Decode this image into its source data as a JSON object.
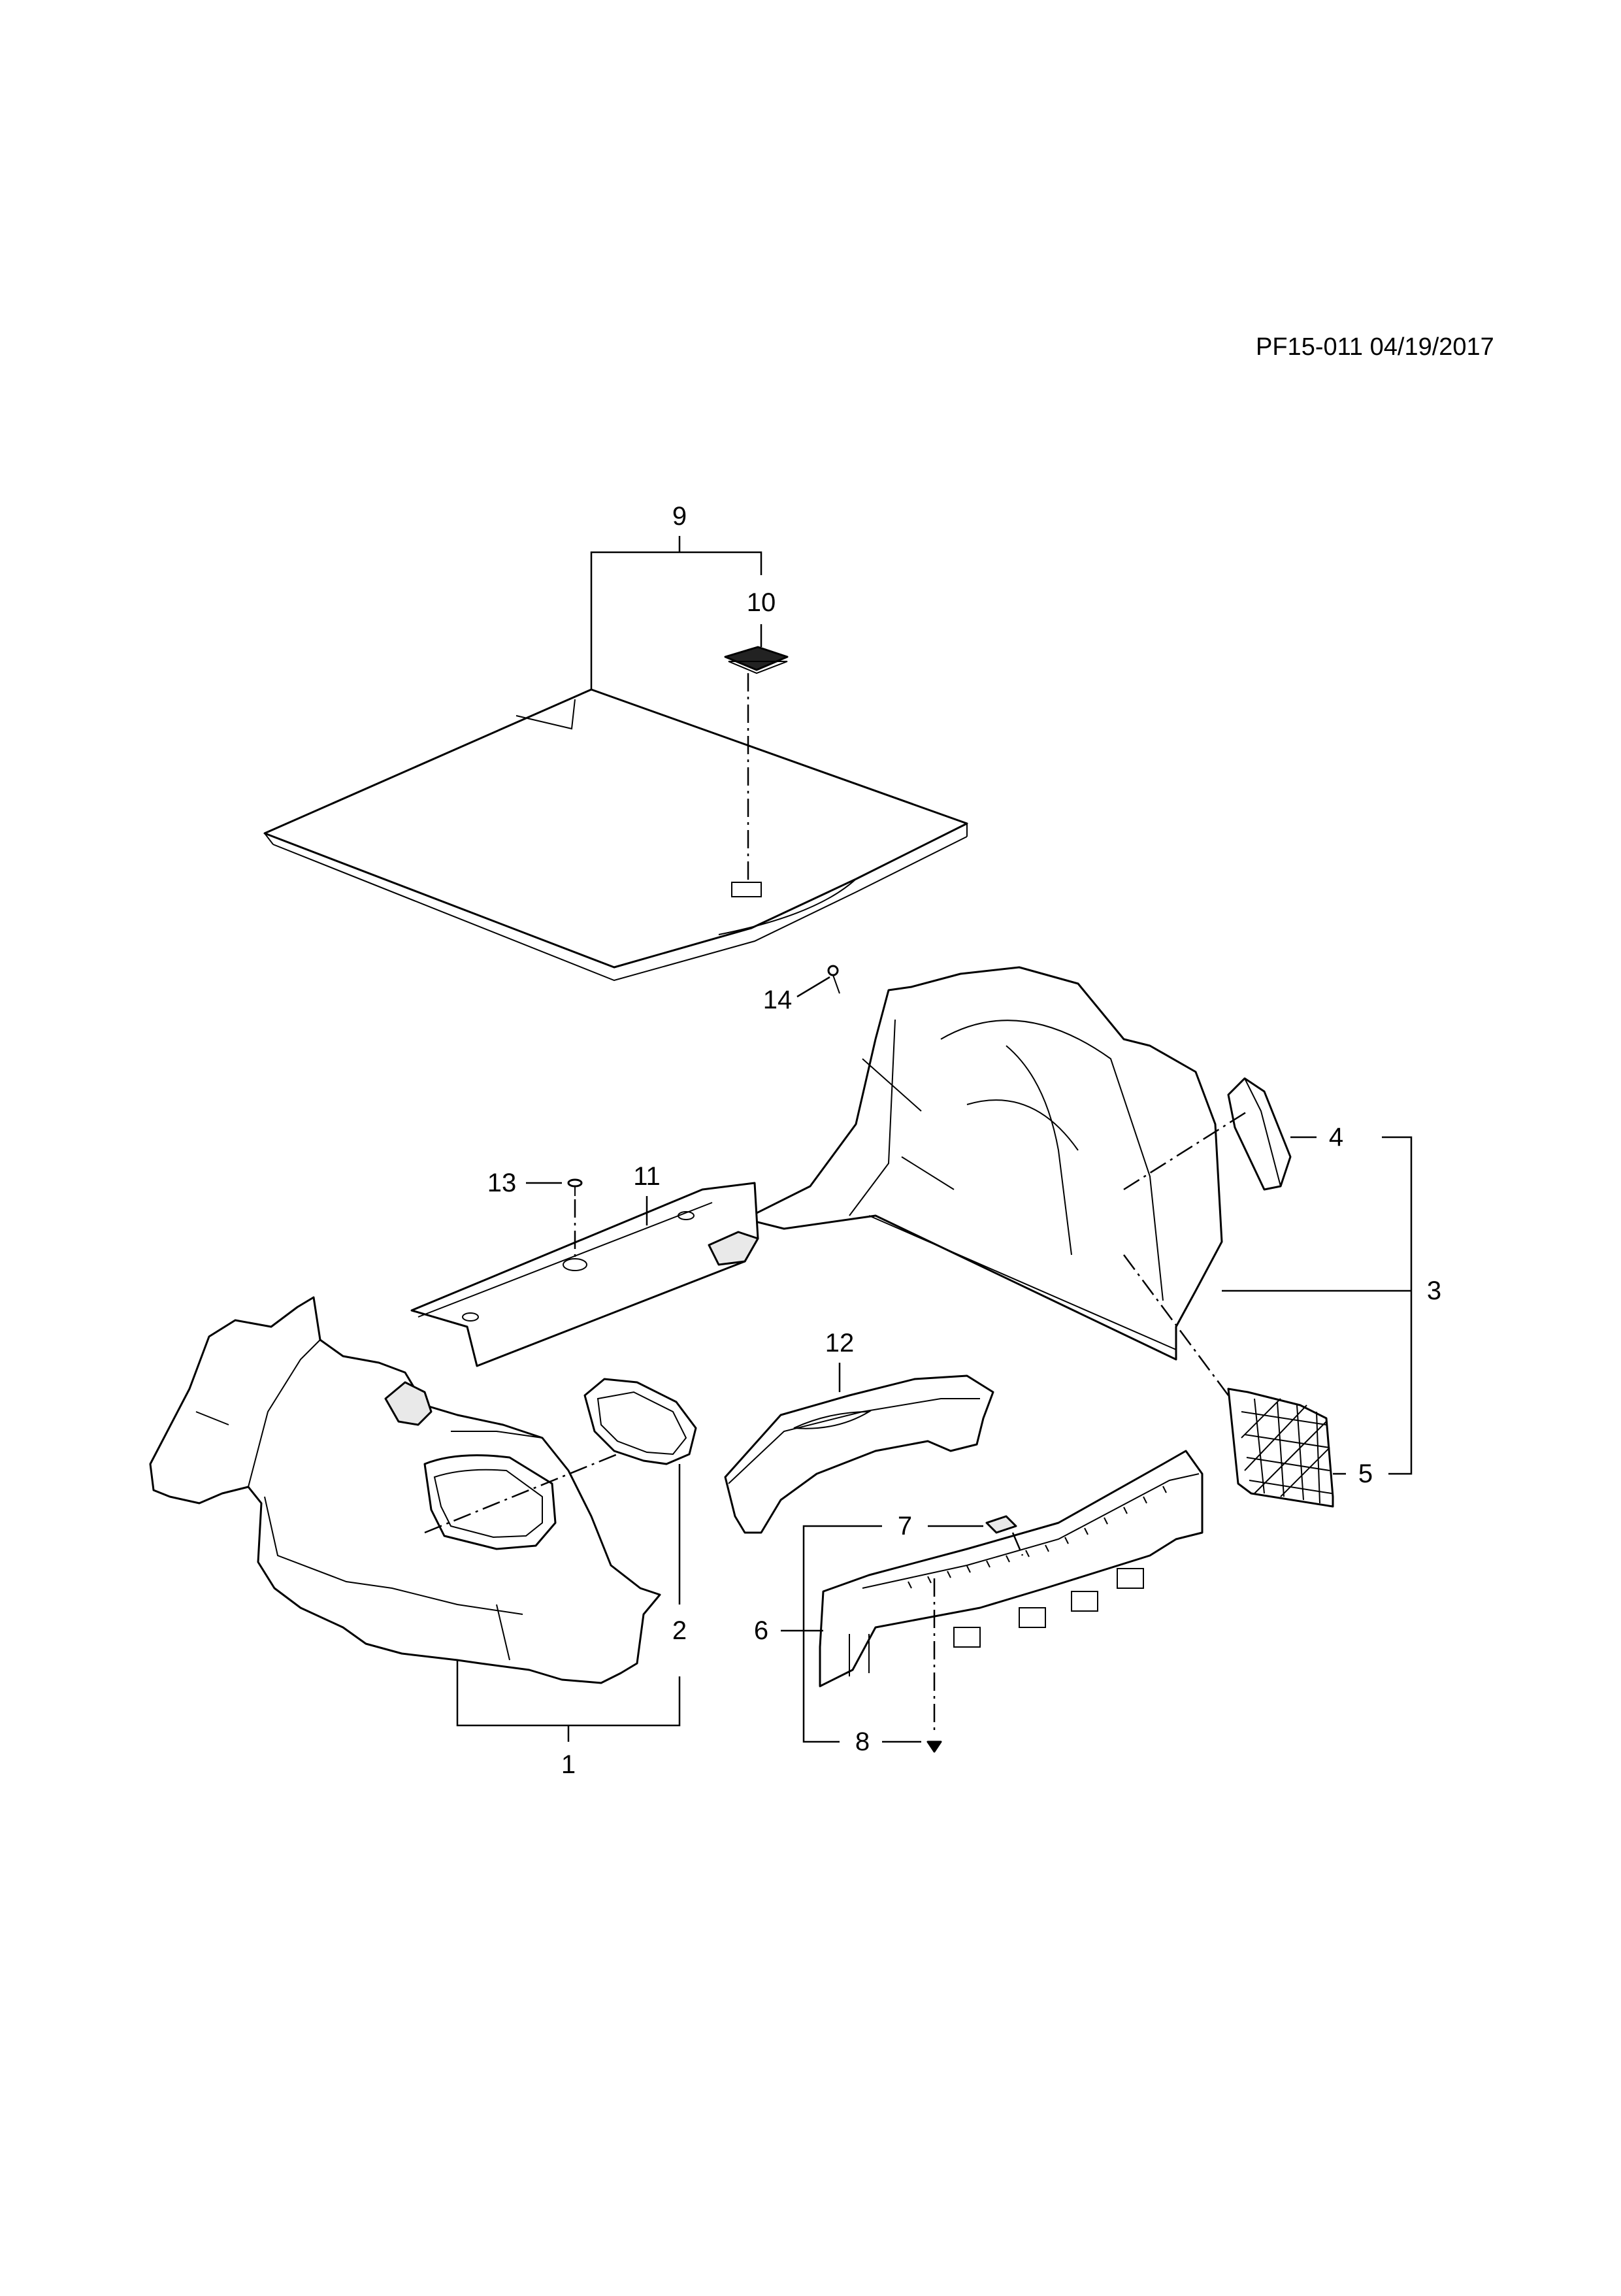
{
  "drawing": {
    "reference_code": "PF15-011 04/19/2017",
    "callouts": [
      {
        "id": "c1",
        "label": "1"
      },
      {
        "id": "c2",
        "label": "2"
      },
      {
        "id": "c3",
        "label": "3"
      },
      {
        "id": "c4",
        "label": "4"
      },
      {
        "id": "c5",
        "label": "5"
      },
      {
        "id": "c6",
        "label": "6"
      },
      {
        "id": "c7",
        "label": "7"
      },
      {
        "id": "c8",
        "label": "8"
      },
      {
        "id": "c9",
        "label": "9"
      },
      {
        "id": "c10",
        "label": "10"
      },
      {
        "id": "c11",
        "label": "11"
      },
      {
        "id": "c12",
        "label": "12"
      },
      {
        "id": "c13",
        "label": "13"
      },
      {
        "id": "c14",
        "label": "14"
      }
    ]
  }
}
